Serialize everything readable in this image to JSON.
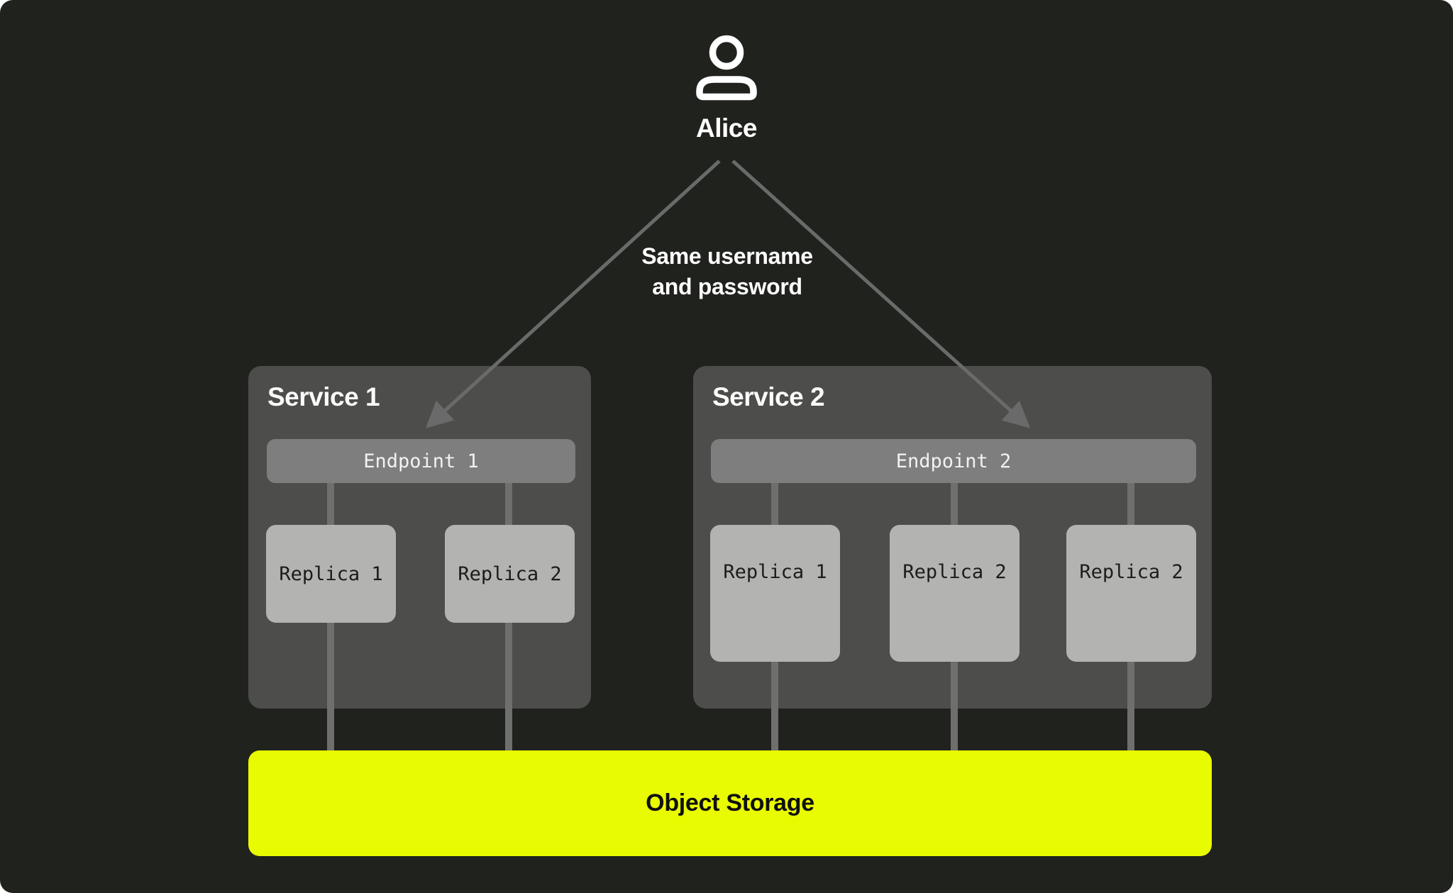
{
  "diagram": {
    "user": {
      "name": "Alice",
      "icon": "person-icon"
    },
    "annotation": {
      "line1": "Same username",
      "line2": "and password"
    },
    "services": [
      {
        "title": "Service 1",
        "endpoint": {
          "label": "Endpoint 1"
        },
        "replicas": [
          {
            "label": "Replica 1"
          },
          {
            "label": "Replica 2"
          }
        ]
      },
      {
        "title": "Service 2",
        "endpoint": {
          "label": "Endpoint 2"
        },
        "replicas": [
          {
            "label": "Replica 1"
          },
          {
            "label": "Replica 2"
          },
          {
            "label": "Replica 2"
          }
        ]
      }
    ],
    "storage": {
      "label": "Object Storage"
    },
    "colors": {
      "background": "#20221D",
      "service_box": "#4D4D4B",
      "endpoint_bar": "#7E7E7E",
      "replica_box": "#B3B3B1",
      "connector_line": "#6F6F6E",
      "arrow": "#6A6A6A",
      "storage_accent": "#E9FB00",
      "text_light": "#FFFFFF",
      "text_dark": "#1C1C1C"
    }
  }
}
